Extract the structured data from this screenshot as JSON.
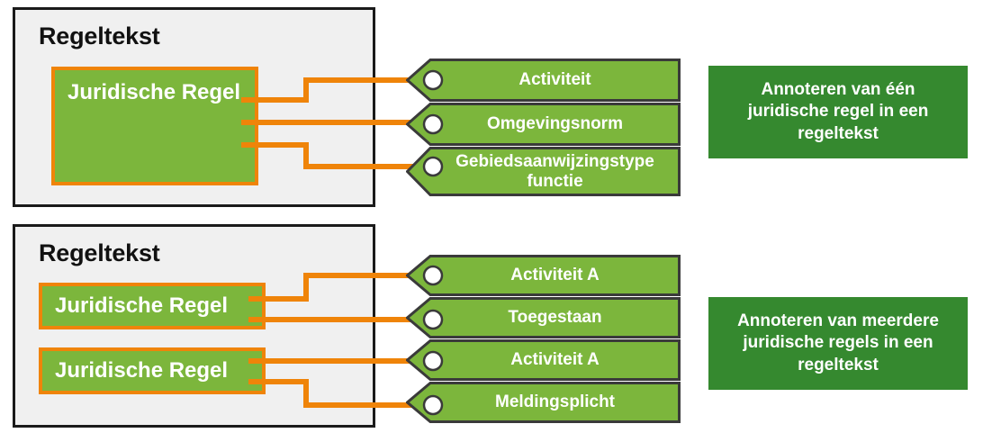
{
  "colors": {
    "light_green": "#7cb63c",
    "dark_green": "#35892f",
    "orange": "#ef8409",
    "panel_bg": "#f0f0f0",
    "panel_border": "#1a1a1a",
    "tag_border": "#3a3a3a",
    "text_light": "#ffffff",
    "text_dark": "#111111"
  },
  "sections": [
    {
      "id": "single-rule",
      "panel_title": "Regeltekst",
      "rules": [
        {
          "label": "Juridische Regel"
        }
      ],
      "tags": [
        {
          "label": "Activiteit"
        },
        {
          "label": "Omgevingsnorm"
        },
        {
          "label": "Gebiedsaanwijzingstype functie"
        }
      ],
      "caption": "Annoteren van één juridische regel in een regeltekst"
    },
    {
      "id": "multi-rule",
      "panel_title": "Regeltekst",
      "rules": [
        {
          "label": "Juridische Regel"
        },
        {
          "label": "Juridische Regel"
        }
      ],
      "tags": [
        {
          "label": "Activiteit A"
        },
        {
          "label": "Toegestaan"
        },
        {
          "label": "Activiteit A"
        },
        {
          "label": "Meldingsplicht"
        }
      ],
      "caption": "Annoteren van meerdere juridische regels in een regeltekst"
    }
  ]
}
